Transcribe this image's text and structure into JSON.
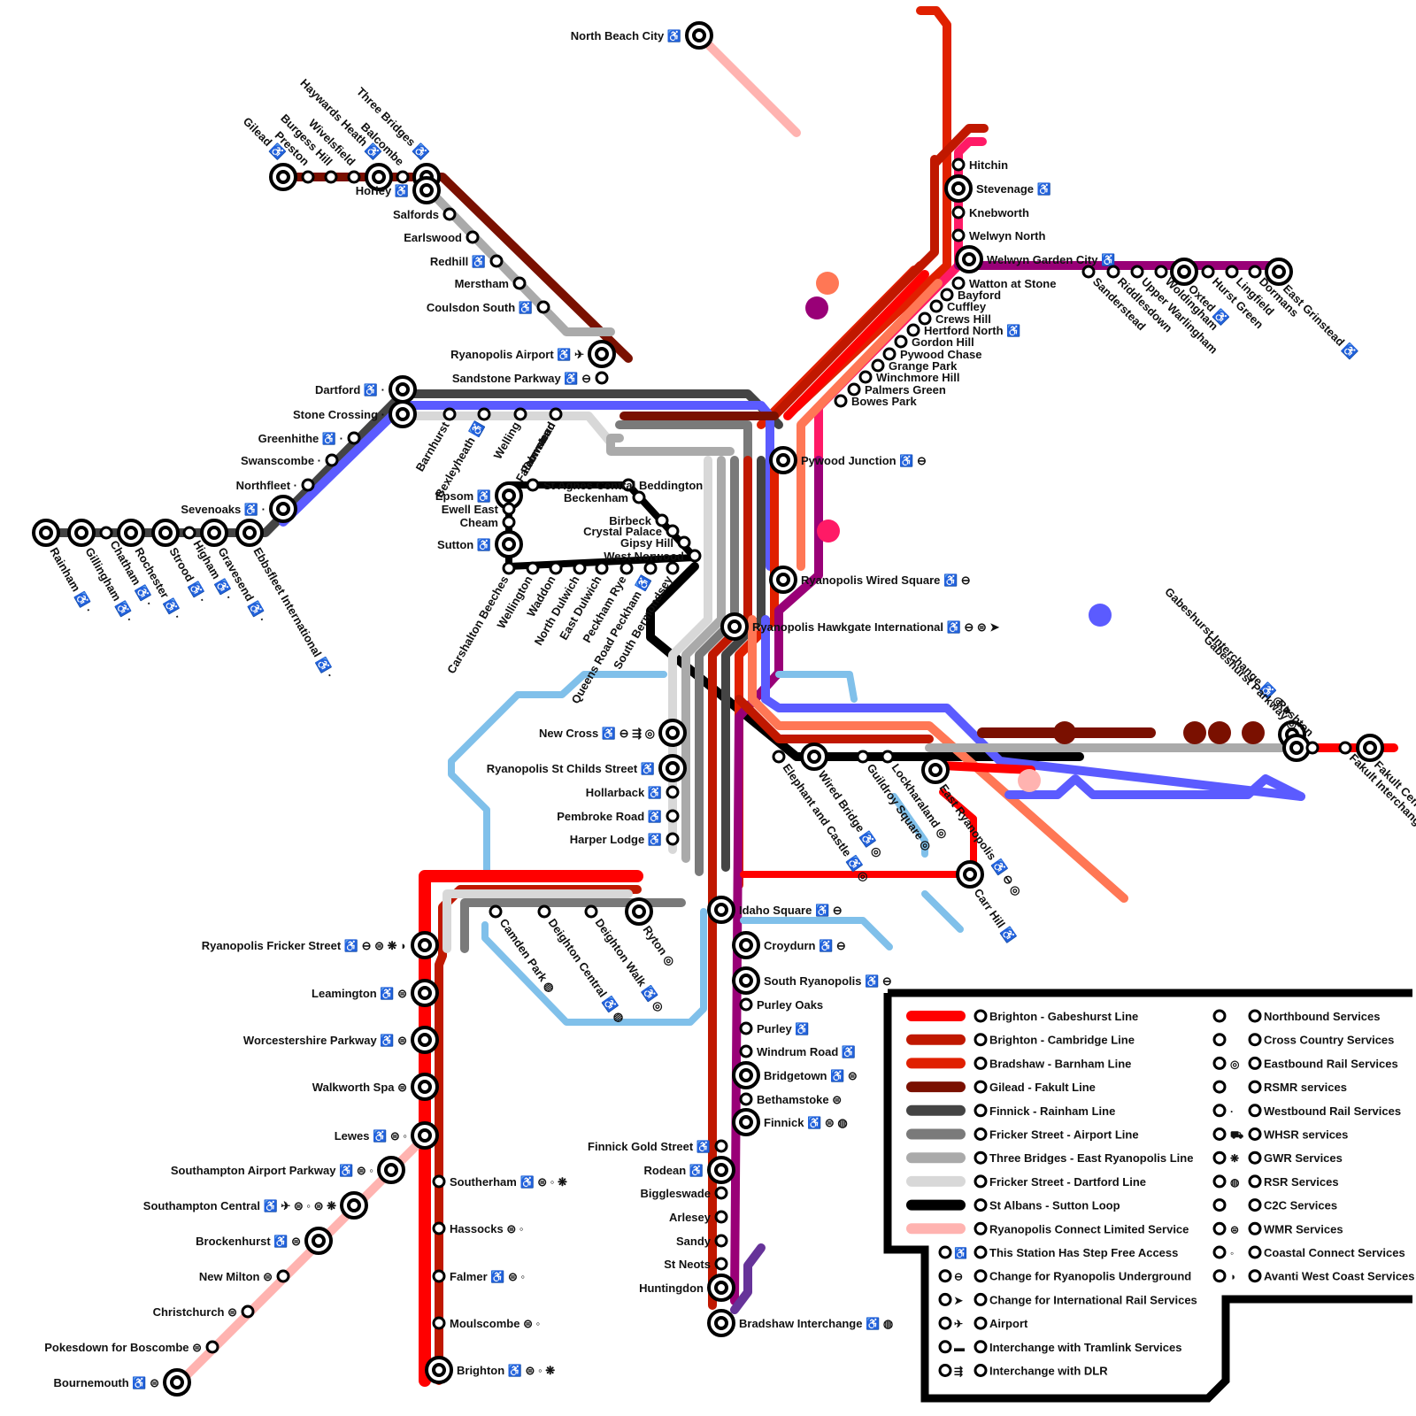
{
  "lines": {
    "brighton_gabeshurst": {
      "name": "Brighton - Gabeshurst Line",
      "color": "#ff0000"
    },
    "brighton_cambridge": {
      "name": "Brighton - Cambridge Line",
      "color": "#c01800"
    },
    "bradshaw_barnham": {
      "name": "Bradshaw - Barnham Line",
      "color": "#e02000"
    },
    "gilead_fakult": {
      "name": "Gilead - Fakult Line",
      "color": "#7a1000"
    },
    "finnick_rainham": {
      "name": "Finnick - Rainham Line",
      "color": "#444444"
    },
    "fricker_airport": {
      "name": "Fricker Street - Airport Line",
      "color": "#7a7a7a"
    },
    "threebridges_eastryan": {
      "name": "Three Bridges - East Ryanopolis Line",
      "color": "#aaaaaa"
    },
    "fricker_dartford": {
      "name": "Fricker Street - Dartford Line",
      "color": "#d8d8d8"
    },
    "stalbans_sutton": {
      "name": "St Albans - Sutton Loop",
      "color": "#000000"
    },
    "connect_limited": {
      "name": "Ryanopolis Connect Limited Service",
      "color": "#ffb3b0"
    },
    "blue": {
      "color": "#5b5bff"
    },
    "magenta": {
      "color": "#990077"
    },
    "pink": {
      "color": "#ff1a66"
    },
    "salmon": {
      "color": "#ff7755"
    },
    "lightblue": {
      "color": "#80c0ea"
    },
    "purple": {
      "color": "#663399"
    }
  },
  "stations": {
    "north_beach_city": "North Beach City",
    "gilead": "Gilead",
    "preston": "Preston",
    "burgess_hill": "Burgess Hill",
    "wivelsfield": "Wivelsfield",
    "haywards_heath": "Haywards Heath",
    "balcombe": "Balcombe",
    "three_bridges": "Three Bridges",
    "horley": "Horley",
    "salfords": "Salfords",
    "earlswood": "Earlswood",
    "redhill": "Redhill",
    "merstham": "Merstham",
    "coulsdon_south": "Coulsdon South",
    "ryanopolis_airport": "Ryanopolis Airport",
    "sandstone_parkway": "Sandstone Parkway",
    "dartford": "Dartford",
    "stone_crossing": "Stone Crossing",
    "greenhithe": "Greenhithe",
    "swanscombe": "Swanscombe",
    "northfleet": "Northfleet",
    "sevenoaks": "Sevenoaks",
    "rainham": "Rainham",
    "gillingham": "Gillingham",
    "chatham": "Chatham",
    "rochester": "Rochester",
    "strood": "Strood",
    "higham": "Higham",
    "gravesend": "Gravesend",
    "ebbsfleet": "Ebbsfleet International",
    "barnhurst": "Barnhurst",
    "bexleyheath": "Bexleyheath",
    "welling": "Welling",
    "falconwood": "Falconwood",
    "downturn": "Downturn",
    "palmstead": "Palmstead",
    "epsom": "Epsom",
    "ewell_east": "Ewell East",
    "cheam": "Cheam",
    "sutton": "Sutton",
    "beddington": "Beddington",
    "st_agnes": "St Agnes Central",
    "beckenham": "Beckenham",
    "birbeck": "Birbeck",
    "crystal_palace": "Crystal Palace",
    "gipsy_hill": "Gipsy Hill",
    "west_norwood": "West Norwood",
    "carshalton": "Carshalton Beeches",
    "wellington": "Wellington",
    "waddon": "Waddon",
    "north_dulwich": "North Dulwich",
    "east_dulwich": "East Dulwich",
    "peckham_rye": "Peckham Rye",
    "queens_road": "Queens Road Peckham",
    "south_bermondsey": "South Bermondsey",
    "hitchin": "Hitchin",
    "stevenage": "Stevenage",
    "knebworth": "Knebworth",
    "welwyn_north": "Welwyn North",
    "welwyn_gc": "Welwyn Garden City",
    "watton": "Watton at Stone",
    "bayford": "Bayford",
    "cuffley": "Cuffley",
    "crews_hill": "Crews Hill",
    "hertford_north": "Hertford North",
    "gordon_hill": "Gordon Hill",
    "pywood_chase": "Pywood Chase",
    "grange_park": "Grange Park",
    "winchmore_hill": "Winchmore Hill",
    "palmers_green": "Palmers Green",
    "bowes_park": "Bowes Park",
    "sanderstead": "Sanderstead",
    "riddlesdown": "Riddlesdown",
    "upper_warlingham": "Upper Warlingham",
    "woldingham": "Woldingham",
    "oxted": "Oxted",
    "hurst_green": "Hurst Green",
    "lingfield": "Lingfield",
    "dormans": "Dormans",
    "east_grinstead": "East Grinstead",
    "pywood_junction": "Pywood Junction",
    "wired_square": "Ryanopolis Wired Square",
    "hawkgate": "Ryanopolis Hawkgate International",
    "gabeshurst_interchange": "Gabeshurst Interchange",
    "gabeshurst_parkway": "Gabeshurst Parkway",
    "rushton": "Rushton",
    "fakult_interchange": "Fakult Interchange",
    "fakult_central": "Fakult Central",
    "new_cross": "New Cross",
    "st_childs": "Ryanopolis St Childs Street",
    "hollarback": "Hollarback",
    "pembroke_road": "Pembroke Road",
    "harper_lodge": "Harper Lodge",
    "elephant_castle": "Elephant and Castle",
    "wired_bridge": "Wired Bridge",
    "guildroy": "Guildroy Square",
    "lockharaland": "Lockharaland",
    "east_ryanopolis": "East Ryanopolis",
    "carr_hill": "Carr Hill",
    "idaho_square": "Idaho Square",
    "camden_park": "Camden Park",
    "deighton_central": "Deighton Central",
    "deighton_walk": "Deighton Walk",
    "ryton": "Ryton",
    "fricker_street": "Ryanopolis Fricker Street",
    "leamington": "Leamington",
    "worcestershire": "Worcestershire Parkway",
    "walkworth": "Walkworth Spa",
    "lewes": "Lewes",
    "southampton_airport": "Southampton Airport Parkway",
    "southampton_central": "Southampton Central",
    "brockenhurst": "Brockenhurst",
    "new_milton": "New Milton",
    "christchurch": "Christchurch",
    "pokesdown": "Pokesdown for Boscombe",
    "bournemouth": "Bournemouth",
    "southerham": "Southerham",
    "hassocks": "Hassocks",
    "falmer": "Falmer",
    "moulscombe": "Moulscombe",
    "brighton": "Brighton",
    "croydurn": "Croydurn",
    "south_ryanopolis": "South Ryanopolis",
    "purley_oaks": "Purley Oaks",
    "purley": "Purley",
    "windrum_road": "Windrum Road",
    "bridgetown": "Bridgetown",
    "bethamstoke": "Bethamstoke",
    "finnick": "Finnick",
    "finnick_gold": "Finnick Gold Street",
    "rodean": "Rodean",
    "biggleswade": "Biggleswade",
    "arlesey": "Arlesey",
    "sandy": "Sandy",
    "st_neots": "St Neots",
    "huntingdon": "Huntingdon",
    "bradshaw": "Bradshaw Interchange"
  },
  "legend": {
    "lines": [
      {
        "label": "Brighton - Gabeshurst Line",
        "color": "#ff0000"
      },
      {
        "label": "Brighton - Cambridge Line",
        "color": "#c01800"
      },
      {
        "label": "Bradshaw - Barnham Line",
        "color": "#e02000"
      },
      {
        "label": "Gilead - Fakult Line",
        "color": "#7a1000"
      },
      {
        "label": "Finnick - Rainham Line",
        "color": "#444444"
      },
      {
        "label": "Fricker Street - Airport Line",
        "color": "#7a7a7a"
      },
      {
        "label": "Three Bridges - East Ryanopolis Line",
        "color": "#aaaaaa"
      },
      {
        "label": "Fricker Street - Dartford Line",
        "color": "#d8d8d8"
      },
      {
        "label": "St Albans - Sutton Loop",
        "color": "#000000"
      },
      {
        "label": "Ryanopolis Connect Limited Service",
        "color": "#ffb3b0"
      }
    ],
    "symbols": [
      {
        "label": "This Station Has Step Free Access",
        "icon": "wheelchair-icon",
        "glyph": "♿"
      },
      {
        "label": "Change for Ryanopolis Underground",
        "icon": "underground-icon",
        "glyph": "⊖"
      },
      {
        "label": "Change for International Rail Services",
        "icon": "eurostar-icon",
        "glyph": "➤"
      },
      {
        "label": "Airport",
        "icon": "airplane-icon",
        "glyph": "✈"
      },
      {
        "label": "Interchange with Tramlink Services",
        "icon": "tram-icon",
        "glyph": "▬"
      },
      {
        "label": "Interchange with DLR",
        "icon": "dlr-icon",
        "glyph": "⇶"
      }
    ],
    "services": [
      {
        "label": "Northbound Services",
        "icon": "northbound-icon",
        "glyph": ""
      },
      {
        "label": "Cross Country Services",
        "icon": "crosscountry-icon",
        "glyph": ""
      },
      {
        "label": "Eastbound Rail Services",
        "icon": "eastbound-icon",
        "glyph": "◎"
      },
      {
        "label": "RSMR services",
        "icon": "rsmr-icon",
        "glyph": ""
      },
      {
        "label": "Westbound Rail Services",
        "icon": "westbound-icon",
        "glyph": "·"
      },
      {
        "label": "WHSR services",
        "icon": "whsr-icon",
        "glyph": "⛟"
      },
      {
        "label": "GWR Services",
        "icon": "gwr-icon",
        "glyph": "❋"
      },
      {
        "label": "RSR Services",
        "icon": "rsr-icon",
        "glyph": "◍"
      },
      {
        "label": "C2C Services",
        "icon": "c2c-icon",
        "glyph": ""
      },
      {
        "label": "WMR Services",
        "icon": "wmr-icon",
        "glyph": "⊜"
      },
      {
        "label": "Coastal Connect Services",
        "icon": "coastal-icon",
        "glyph": "◦"
      },
      {
        "label": "Avanti West Coast Services",
        "icon": "avanti-icon",
        "glyph": "◗"
      }
    ]
  }
}
